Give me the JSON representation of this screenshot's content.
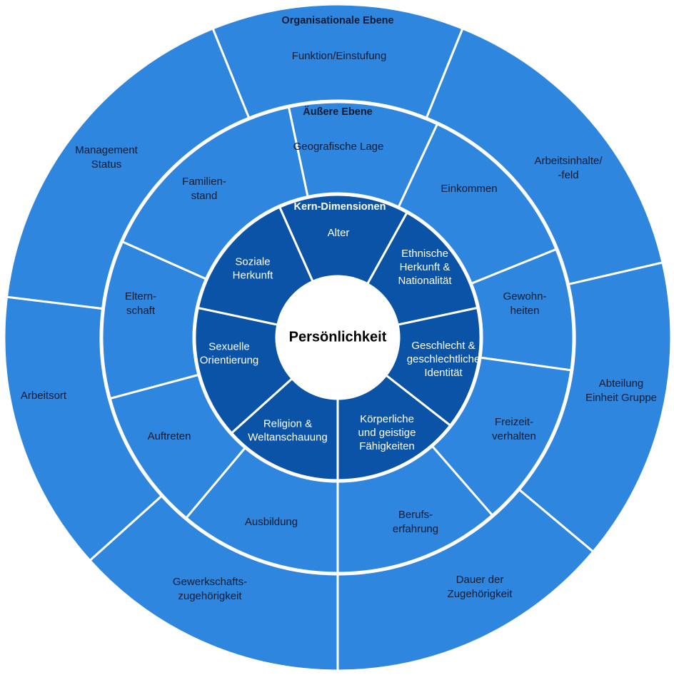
{
  "colors": {
    "outer_ring": "#2f86de",
    "middle_ring": "#2f86de",
    "inner_ring": "#0a53a6",
    "center": "#ffffff",
    "separator": "#ffffff"
  },
  "center": {
    "label": "Persönlichkeit"
  },
  "inner_ring": {
    "heading": "Kern-Dimensionen",
    "segments": [
      {
        "lines": [
          "Alter"
        ]
      },
      {
        "lines": [
          "Ethnische",
          "Herkunft &",
          "Nationalität"
        ]
      },
      {
        "lines": [
          "Geschlecht &",
          "geschlechtliche",
          "Identität"
        ]
      },
      {
        "lines": [
          "Körperliche",
          "und geistige",
          "Fähigkeiten"
        ]
      },
      {
        "lines": [
          "Religion &",
          "Weltanschauung"
        ]
      },
      {
        "lines": [
          "Sexuelle",
          "Orientierung"
        ]
      },
      {
        "lines": [
          "Soziale",
          "Herkunft"
        ]
      }
    ]
  },
  "middle_ring": {
    "heading": "Äußere Ebene",
    "segments": [
      {
        "lines": [
          "Geografische Lage"
        ]
      },
      {
        "lines": [
          "Einkommen"
        ]
      },
      {
        "lines": [
          "Gewohn-",
          "heiten"
        ]
      },
      {
        "lines": [
          "Freizeit-",
          "verhalten"
        ]
      },
      {
        "lines": [
          "Berufs-",
          "erfahrung"
        ]
      },
      {
        "lines": [
          "Ausbildung"
        ]
      },
      {
        "lines": [
          "Auftreten"
        ]
      },
      {
        "lines": [
          "Eltern-",
          "schaft"
        ]
      },
      {
        "lines": [
          "Familien-",
          "stand"
        ]
      }
    ]
  },
  "outer_ring": {
    "heading": "Organisationale Ebene",
    "segments": [
      {
        "lines": [
          "Funktion/Einstufung"
        ]
      },
      {
        "lines": [
          "Arbeitsinhalte/",
          "-feld"
        ]
      },
      {
        "lines": [
          "Abteilung",
          "Einheit Gruppe"
        ]
      },
      {
        "lines": [
          "Dauer der",
          "Zugehörigkeit"
        ]
      },
      {
        "lines": [
          "Gewerkschafts-",
          "zugehörigkeit"
        ]
      },
      {
        "lines": [
          "Arbeitsort"
        ]
      },
      {
        "lines": [
          "Management",
          "Status"
        ]
      }
    ]
  }
}
